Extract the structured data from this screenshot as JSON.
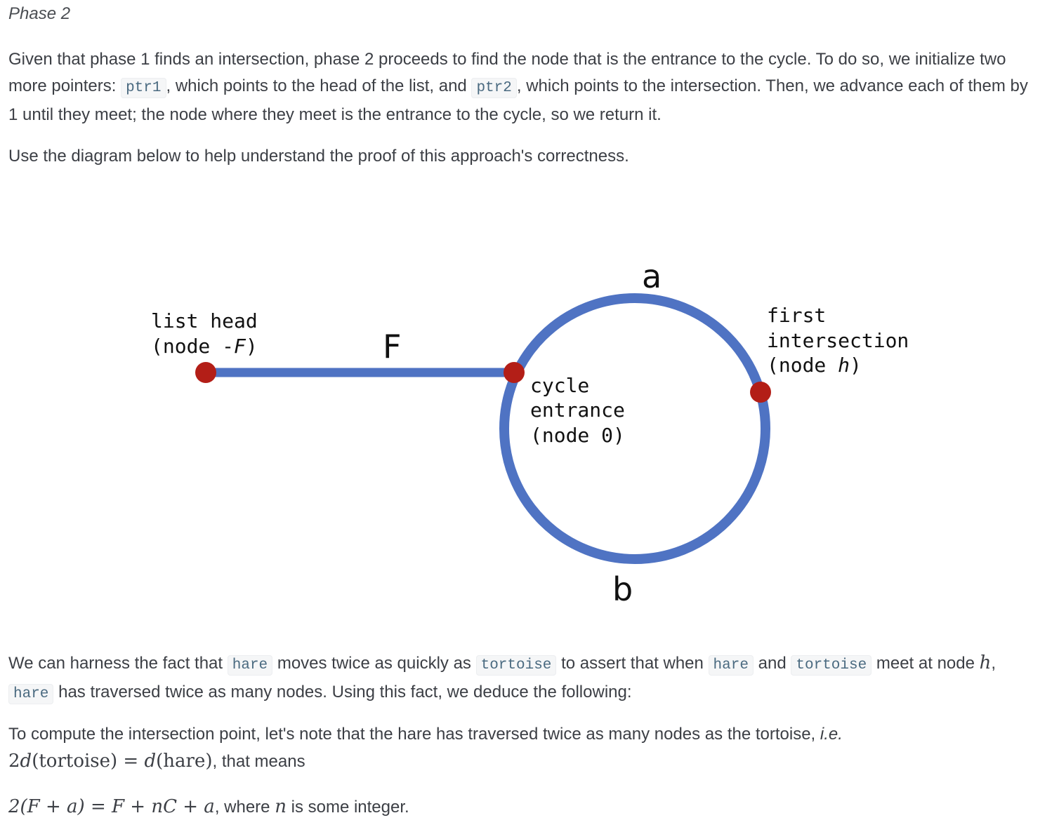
{
  "heading": "Phase 2",
  "p1": {
    "t1": "Given that phase 1 finds an intersection, phase 2 proceeds to find the node that is the entrance to the cycle. To do so, we initialize two more pointers: ",
    "c1": "ptr1",
    "t2": ", which points to the head of the list, and ",
    "c2": "ptr2",
    "t3": ", which points to the intersection. Then, we advance each of them by 1 until they meet; the node where they meet is the entrance to the cycle, so we return it."
  },
  "p2": "Use the diagram below to help understand the proof of this approach's correctness.",
  "diagram": {
    "label_a": "a",
    "label_b": "b",
    "label_F": "F",
    "head_line1": "list head",
    "head_line2_pre": "(node -",
    "head_line2_var": "F",
    "head_line2_post": ")",
    "entrance_line1": "cycle",
    "entrance_line2": "entrance",
    "entrance_line3": "(node 0)",
    "inter_line1": "first",
    "inter_line2": "intersection",
    "inter_line3_pre": "(node ",
    "inter_line3_var": "h",
    "inter_line3_post": ")",
    "colors": {
      "line": "#4f73c3",
      "node": "#b31e17"
    }
  },
  "p3": {
    "t1": "We can harness the fact that ",
    "c1": "hare",
    "t2": " moves twice as quickly as ",
    "c2": "tortoise",
    "t3": " to assert that when ",
    "c3": "hare",
    "t4": " and ",
    "c4": "tortoise",
    "t5": " meet at node ",
    "m1": "h",
    "t6": ", ",
    "c5": "hare",
    "t7": " has traversed twice as many nodes. Using this fact, we deduce the following:"
  },
  "p4": {
    "t1": "To compute the intersection point, let's note that the hare has traversed twice as many nodes as the tortoise, ",
    "ie": "i.e.",
    "m_pre": "2",
    "m_d1": "d",
    "m_mid1": "(tortoise) = ",
    "m_d2": "d",
    "m_mid2": "(hare)",
    "t2": ", that means"
  },
  "p5": {
    "m_eq": "2(F + a) = F + nC + a",
    "t1": ", where ",
    "m_n": "n",
    "t2": " is some integer."
  }
}
